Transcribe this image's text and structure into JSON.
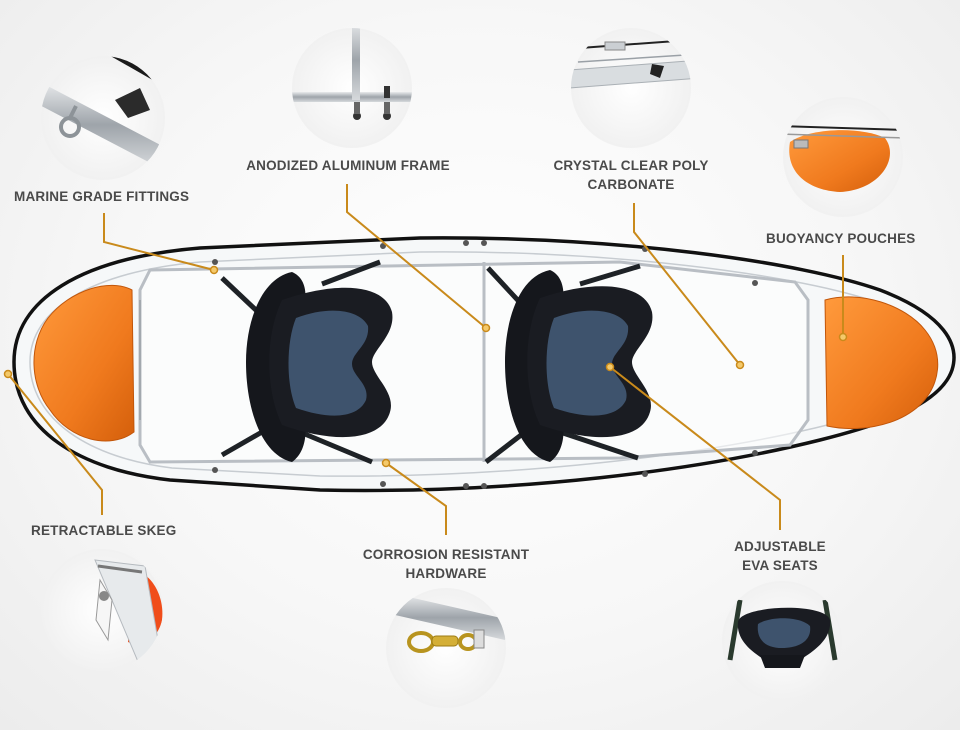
{
  "colors": {
    "leader_line": "#c98a1b",
    "pouch_orange": "#f07a1e",
    "seat_black": "#1a1c22",
    "seat_blue": "#3e536d",
    "hull_outline": "#111111",
    "label_text": "#4a4a4a"
  },
  "features": [
    {
      "id": "marine_grade_fittings",
      "lines": [
        "MARINE GRADE FITTINGS"
      ],
      "icon": "eyebolt-fitting-icon"
    },
    {
      "id": "anodized_aluminum_frame",
      "lines": [
        "ANODIZED ALUMINUM FRAME"
      ],
      "icon": "aluminum-frame-icon"
    },
    {
      "id": "crystal_clear_polycarbonate",
      "lines": [
        "CRYSTAL CLEAR POLY",
        "CARBONATE"
      ],
      "icon": "polycarbonate-hull-icon"
    },
    {
      "id": "buoyancy_pouches",
      "lines": [
        "BUOYANCY POUCHES"
      ],
      "icon": "buoyancy-pouch-icon"
    },
    {
      "id": "retractable_skeg",
      "lines": [
        "RETRACTABLE SKEG"
      ],
      "icon": "skeg-icon"
    },
    {
      "id": "corrosion_resistant_hardware",
      "lines": [
        "CORROSION RESISTANT",
        "HARDWARE"
      ],
      "icon": "brass-snap-hook-icon"
    },
    {
      "id": "adjustable_eva_seats",
      "lines": [
        "ADJUSTABLE",
        "EVA SEATS"
      ],
      "icon": "eva-seat-icon"
    }
  ]
}
